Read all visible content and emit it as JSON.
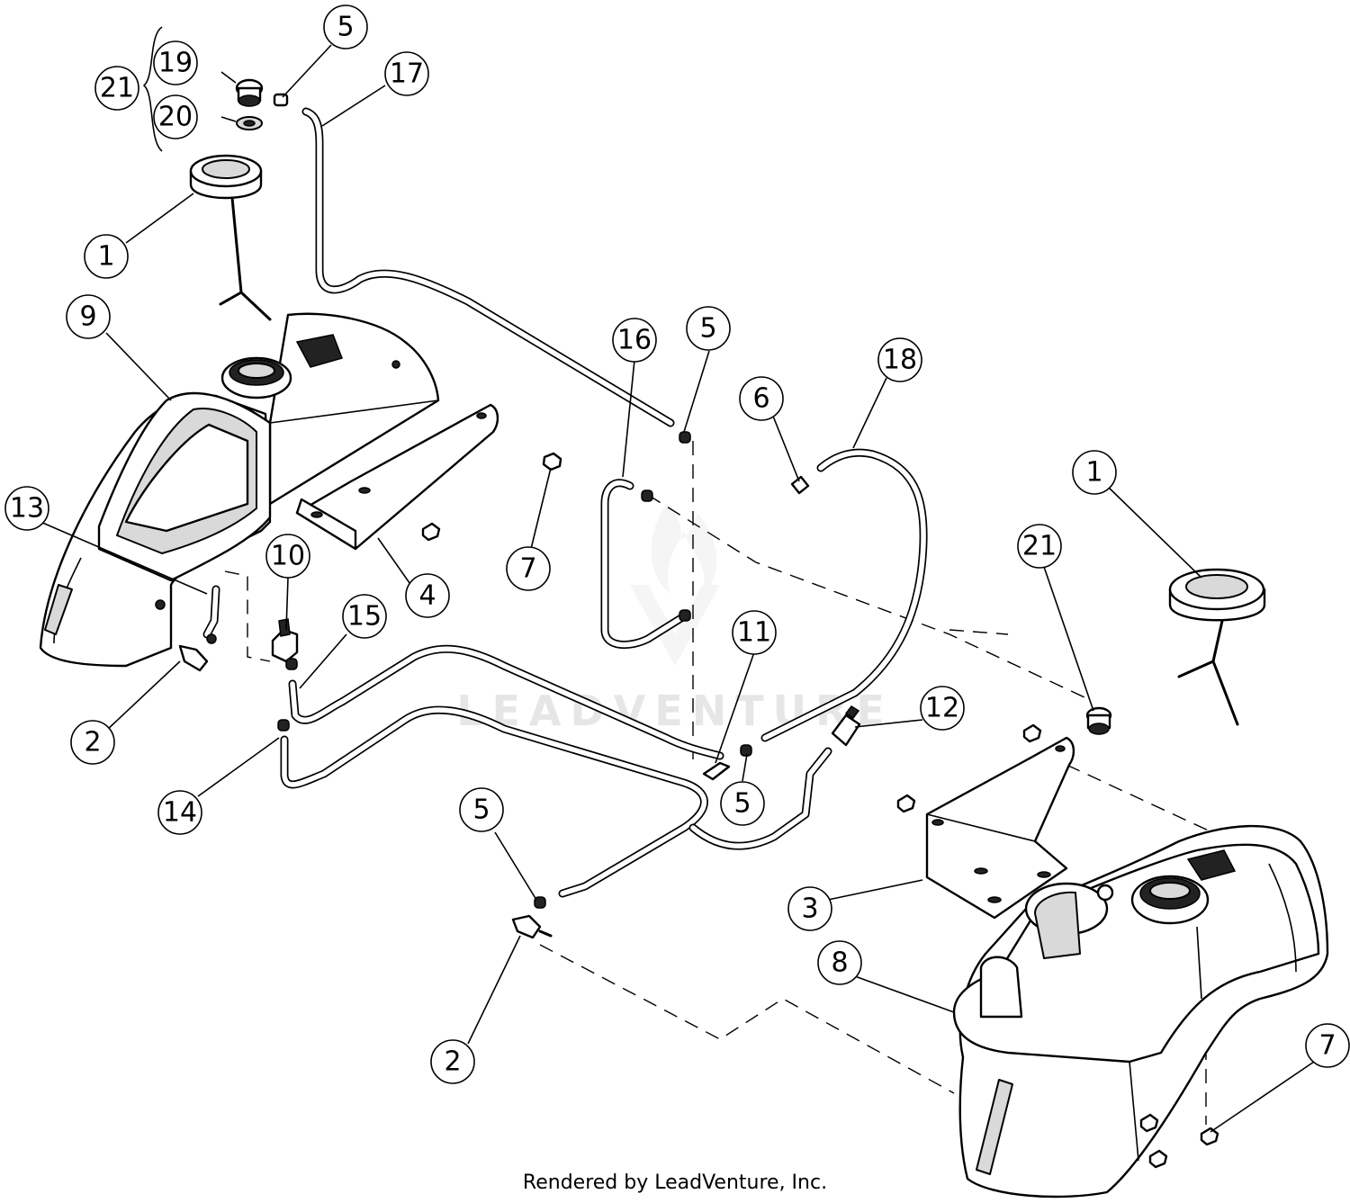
{
  "watermark_text": "LEADVENTURE",
  "footer_text": "Rendered by LeadVenture, Inc.",
  "callouts": [
    {
      "id": "c21a",
      "label": "21"
    },
    {
      "id": "c19",
      "label": "19"
    },
    {
      "id": "c20",
      "label": "20"
    },
    {
      "id": "c5a",
      "label": "5"
    },
    {
      "id": "c17",
      "label": "17"
    },
    {
      "id": "c1a",
      "label": "1"
    },
    {
      "id": "c9",
      "label": "9"
    },
    {
      "id": "c16",
      "label": "16"
    },
    {
      "id": "c5b",
      "label": "5"
    },
    {
      "id": "c18",
      "label": "18"
    },
    {
      "id": "c6",
      "label": "6"
    },
    {
      "id": "c1b",
      "label": "1"
    },
    {
      "id": "c13",
      "label": "13"
    },
    {
      "id": "c7a",
      "label": "7"
    },
    {
      "id": "c21b",
      "label": "21"
    },
    {
      "id": "c10",
      "label": "10"
    },
    {
      "id": "c4",
      "label": "4"
    },
    {
      "id": "c15",
      "label": "15"
    },
    {
      "id": "c11",
      "label": "11"
    },
    {
      "id": "c12",
      "label": "12"
    },
    {
      "id": "c2a",
      "label": "2"
    },
    {
      "id": "c14",
      "label": "14"
    },
    {
      "id": "c5c",
      "label": "5"
    },
    {
      "id": "c5d",
      "label": "5"
    },
    {
      "id": "c3",
      "label": "3"
    },
    {
      "id": "c8",
      "label": "8"
    },
    {
      "id": "c2b",
      "label": "2"
    },
    {
      "id": "c7b",
      "label": "7"
    }
  ]
}
